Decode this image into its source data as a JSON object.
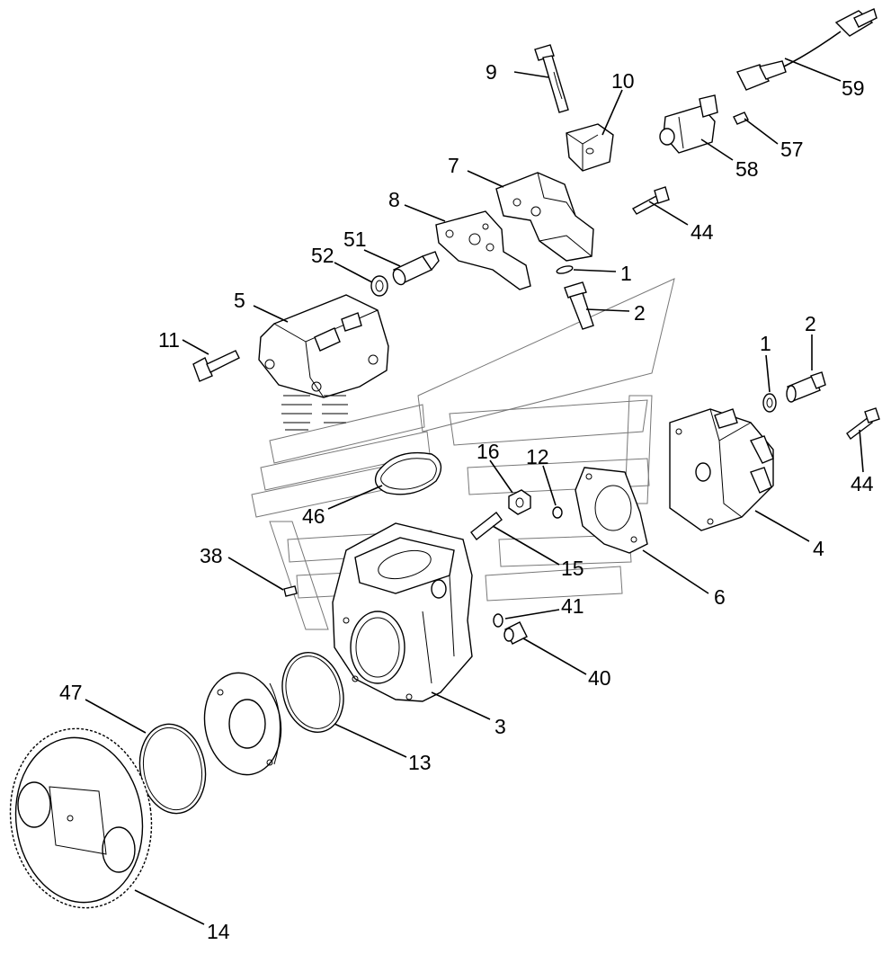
{
  "diagram": {
    "labels": {
      "p1a": "1",
      "p1b": "1",
      "p2a": "2",
      "p2b": "2",
      "p3": "3",
      "p4": "4",
      "p5": "5",
      "p6": "6",
      "p7": "7",
      "p8": "8",
      "p9": "9",
      "p10": "10",
      "p11": "11",
      "p12": "12",
      "p13": "13",
      "p14": "14",
      "p15": "15",
      "p16": "16",
      "p38": "38",
      "p40": "40",
      "p41": "41",
      "p44a": "44",
      "p44b": "44",
      "p46": "46",
      "p47": "47",
      "p51": "51",
      "p52": "52",
      "p57": "57",
      "p58": "58",
      "p59": "59"
    }
  }
}
